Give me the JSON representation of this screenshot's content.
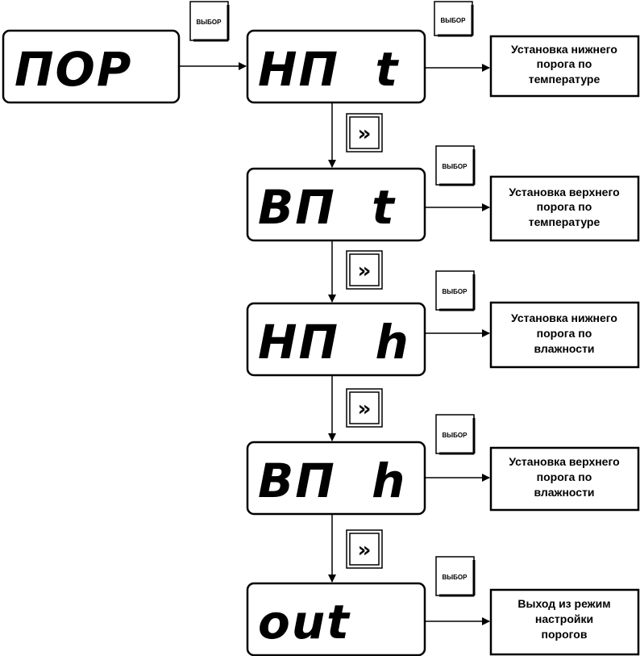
{
  "displays": [
    {
      "id": "por",
      "text": "ПОР"
    },
    {
      "id": "np_t",
      "text": "НП  t"
    },
    {
      "id": "vp_t",
      "text": "ВП  t"
    },
    {
      "id": "np_h",
      "text": "НП  h"
    },
    {
      "id": "vp_h",
      "text": "ВП  h"
    },
    {
      "id": "out",
      "text": "out"
    }
  ],
  "select_button_label": "ВЫБОР",
  "next_button_glyph": "»",
  "descriptions": [
    {
      "lines": [
        "Установка нижнего",
        "порога по",
        "температуре"
      ]
    },
    {
      "lines": [
        "Установка верхнего",
        "порога по",
        "температуре"
      ]
    },
    {
      "lines": [
        "Установка нижнего",
        "порога по",
        "влажности"
      ]
    },
    {
      "lines": [
        "Установка верхнего",
        "порога по",
        "влажности"
      ]
    },
    {
      "lines": [
        "Выход из режим",
        "настройки",
        "порогов"
      ]
    }
  ]
}
